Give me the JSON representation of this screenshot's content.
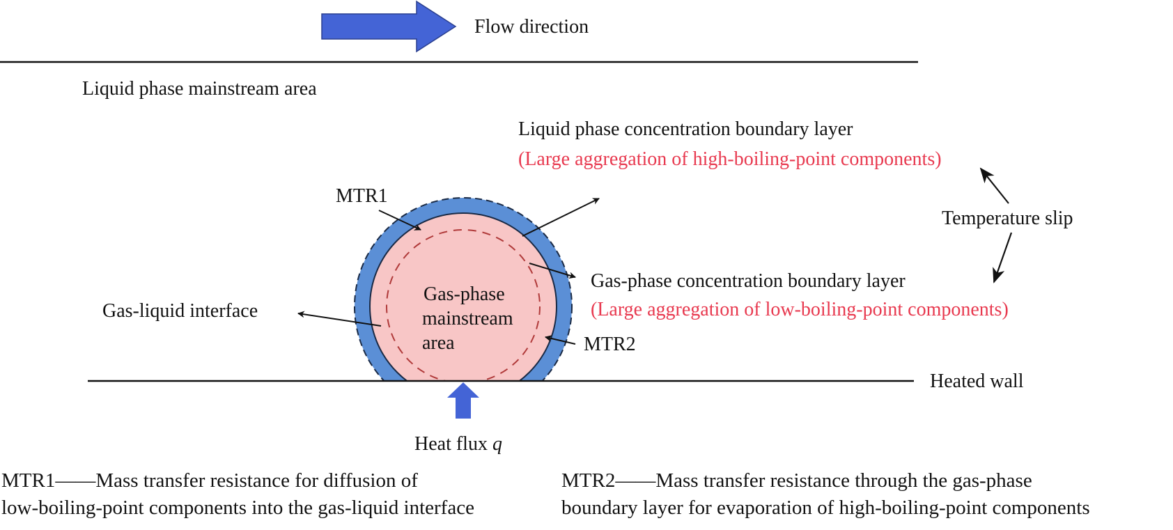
{
  "flow_direction_label": "Flow direction",
  "liquid_mainstream_label": "Liquid phase mainstream area",
  "liquid_boundary": {
    "title": "Liquid phase concentration boundary layer",
    "note": "(Large aggregation of high-boiling-point components)"
  },
  "gas_boundary": {
    "title": "Gas-phase concentration boundary layer",
    "note": "(Large aggregation of low-boiling-point components)"
  },
  "temperature_slip_label": "Temperature slip",
  "mtr1_label": "MTR1",
  "mtr2_label": "MTR2",
  "interface_label": "Gas-liquid interface",
  "bubble_core_lines": [
    "Gas-phase",
    "mainstream",
    "area"
  ],
  "heated_wall_label": "Heated wall",
  "heat_flux": {
    "text": "Heat flux ",
    "symbol": "q"
  },
  "legend": {
    "mtr1": [
      "MTR1——Mass transfer resistance for diffusion of",
      "low-boiling-point components into the gas-liquid interface"
    ],
    "mtr2": [
      "MTR2——Mass transfer resistance through the gas-phase",
      "boundary layer for evaporation of high-boiling-point components"
    ]
  },
  "colors": {
    "arrow_blue": "#4464d6",
    "liquid_layer_blue": "#5b8fd6",
    "gas_core_pink": "#f8c6c6",
    "highlight_red": "#e8394f",
    "dashed_inner": "#b03a3a"
  }
}
